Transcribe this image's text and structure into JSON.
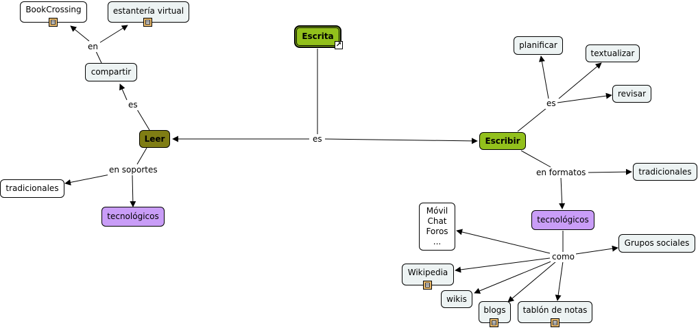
{
  "nodes": {
    "escrita": "Escrita",
    "leer": "Leer",
    "escribir": "Escribir",
    "compartir": "compartir",
    "bookcrossing": "BookCrossing",
    "estanteria_virtual": "estantería virtual",
    "tradicionales_left": "tradicionales",
    "tecnologicos_left": "tecnológicos",
    "planificar": "planificar",
    "textualizar": "textualizar",
    "revisar": "revisar",
    "tradicionales_right": "tradicionales",
    "tecnologicos_right": "tecnológicos",
    "mobile_list": [
      "Móvil",
      "Chat",
      "Foros",
      "..."
    ],
    "grupos_sociales": "Grupos sociales",
    "wikipedia": "Wikipedia",
    "wikis": "wikis",
    "blogs": "blogs",
    "tablon_de_notas": "tablón de notas"
  },
  "link_labels": {
    "es_center": "es",
    "es_leer": "es",
    "en_compartir": "en",
    "en_soportes": "en soportes",
    "es_escribir": "es",
    "en_formatos": "en formatos",
    "como": "como"
  },
  "icons": {
    "resource": "document-resource-icon",
    "link": "external-link-arrow-icon"
  },
  "colors": {
    "concept_green": "#92c01c",
    "concept_olive": "#7f7d14",
    "concept_purple": "#c99df7",
    "concept_light": "#edf3f3",
    "concept_white": "#ffffff"
  }
}
